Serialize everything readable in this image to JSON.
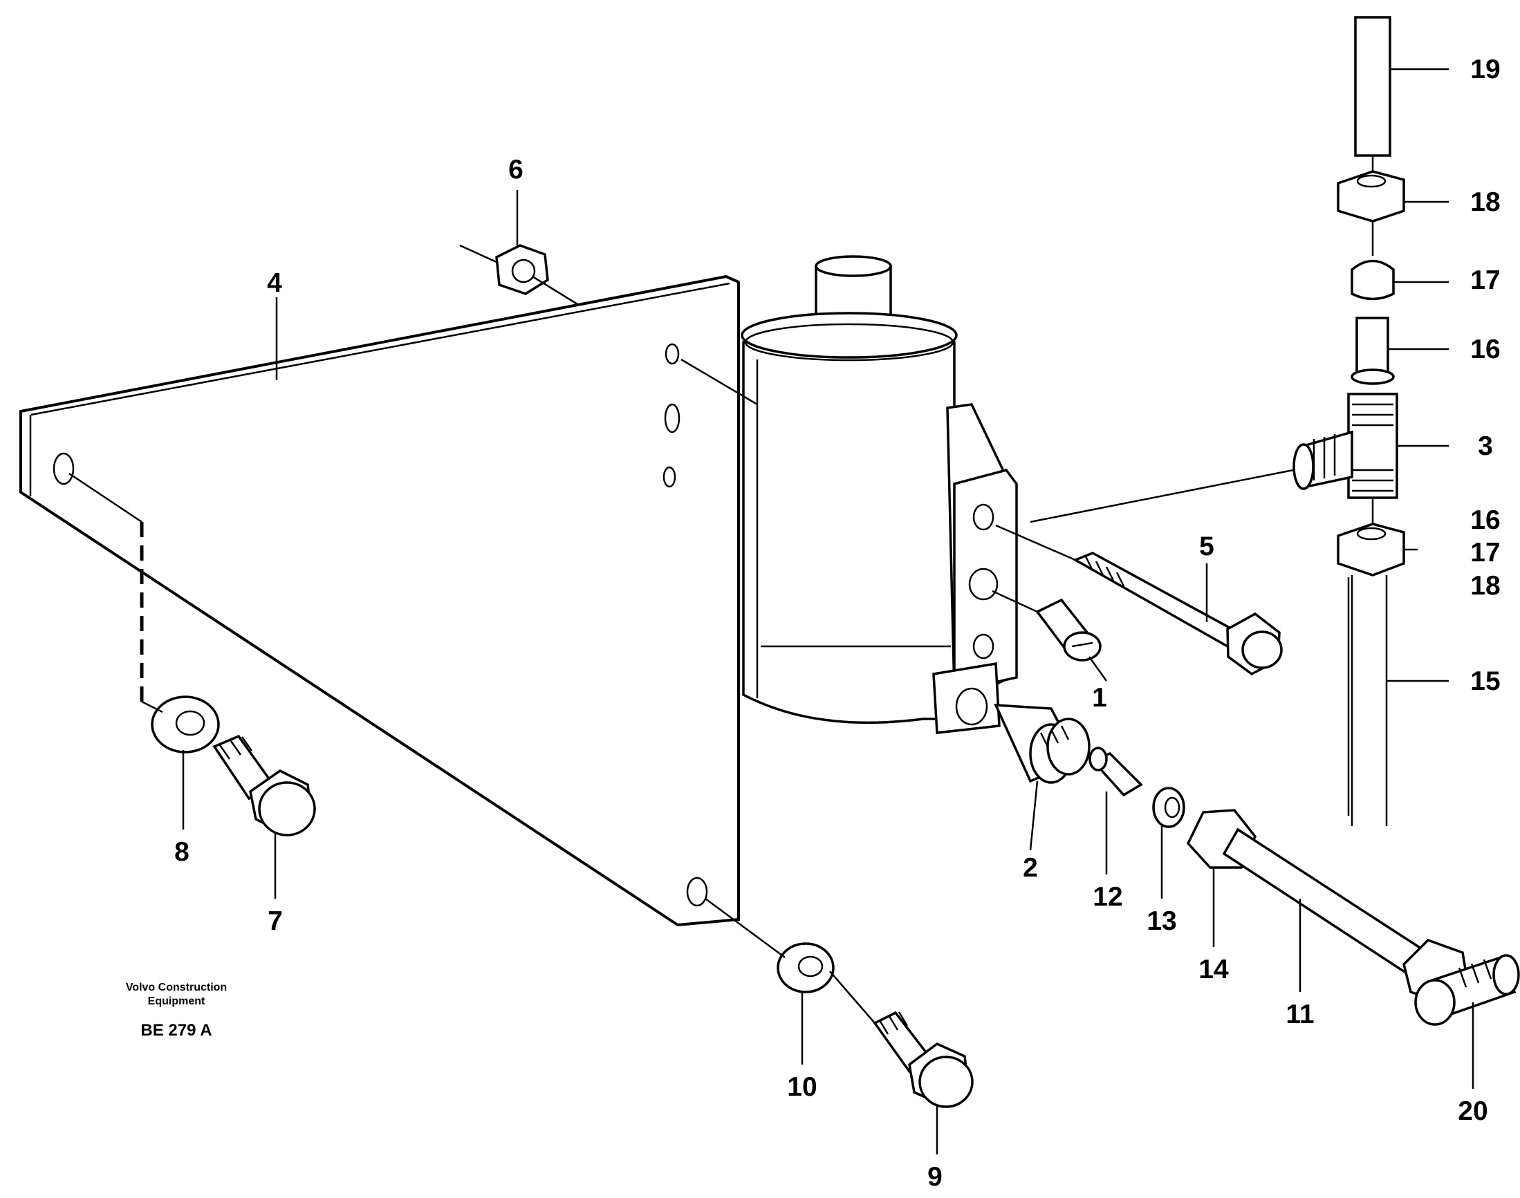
{
  "caption": {
    "line1": "Volvo Construction",
    "line2": "Equipment",
    "code": "BE 279 A"
  },
  "labels": [
    {
      "id": "1",
      "text": "1"
    },
    {
      "id": "2",
      "text": "2"
    },
    {
      "id": "3",
      "text": "3"
    },
    {
      "id": "4",
      "text": "4"
    },
    {
      "id": "5",
      "text": "5"
    },
    {
      "id": "6",
      "text": "6"
    },
    {
      "id": "7",
      "text": "7"
    },
    {
      "id": "8",
      "text": "8"
    },
    {
      "id": "9",
      "text": "9"
    },
    {
      "id": "10",
      "text": "10"
    },
    {
      "id": "11",
      "text": "11"
    },
    {
      "id": "12",
      "text": "12"
    },
    {
      "id": "13",
      "text": "13"
    },
    {
      "id": "14",
      "text": "14"
    },
    {
      "id": "15",
      "text": "15"
    },
    {
      "id": "16a",
      "text": "16"
    },
    {
      "id": "16b",
      "text": "16"
    },
    {
      "id": "17a",
      "text": "17"
    },
    {
      "id": "17b",
      "text": "17"
    },
    {
      "id": "18a",
      "text": "18"
    },
    {
      "id": "18b",
      "text": "18"
    },
    {
      "id": "19",
      "text": "19"
    },
    {
      "id": "20",
      "text": "20"
    }
  ]
}
